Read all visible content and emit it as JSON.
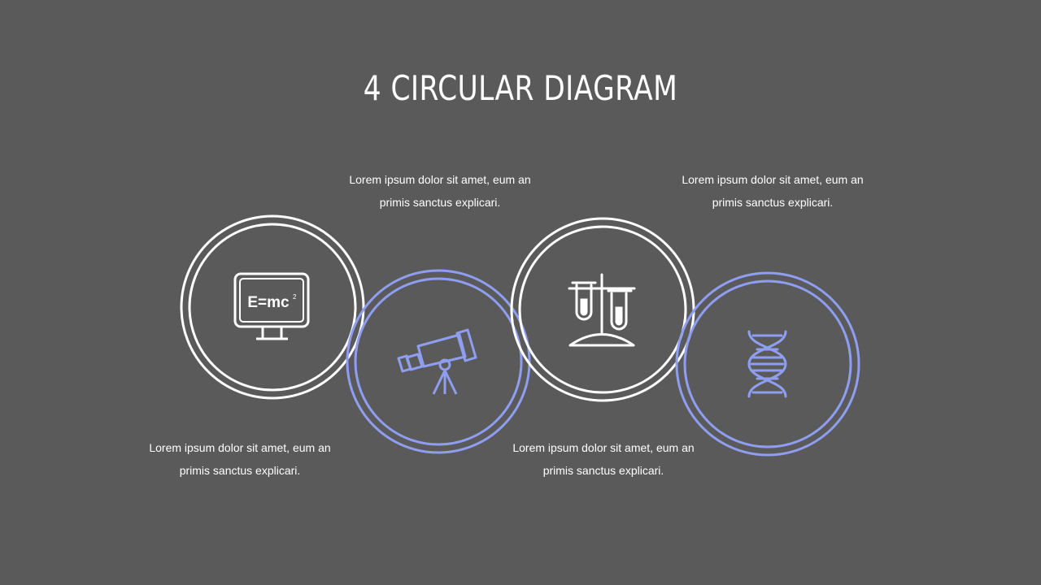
{
  "title": "4 CIRCULAR DIAGRAM",
  "colors": {
    "background": "#5a5a5a",
    "white": "#ffffff",
    "accent": "#8f9ef0"
  },
  "nodes": [
    {
      "icon": "formula-monitor-icon",
      "icon_text": "E=mc",
      "icon_sup": "2",
      "color": "white",
      "caption": {
        "line1": "Lorem ipsum dolor sit amet, eum an",
        "line2": "primis sanctus explicari."
      }
    },
    {
      "icon": "telescope-icon",
      "color": "accent",
      "caption": {
        "line1": "Lorem ipsum dolor sit amet, eum an",
        "line2": "primis sanctus explicari."
      }
    },
    {
      "icon": "test-tubes-icon",
      "color": "white",
      "caption": {
        "line1": "Lorem ipsum dolor sit amet, eum an",
        "line2": "primis sanctus explicari."
      }
    },
    {
      "icon": "dna-icon",
      "color": "accent",
      "caption": {
        "line1": "Lorem ipsum dolor sit amet, eum an",
        "line2": "primis sanctus explicari."
      }
    }
  ]
}
